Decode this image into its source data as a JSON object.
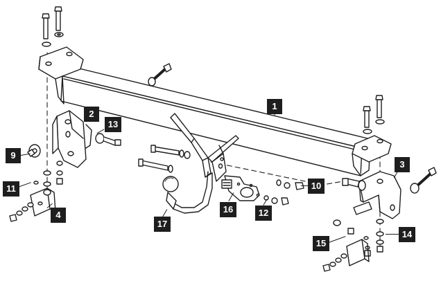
{
  "callouts": [
    {
      "id": "c1",
      "label": "1"
    },
    {
      "id": "c2",
      "label": "2"
    },
    {
      "id": "c3",
      "label": "3"
    },
    {
      "id": "c4",
      "label": "4"
    },
    {
      "id": "c9",
      "label": "9"
    },
    {
      "id": "c10",
      "label": "10"
    },
    {
      "id": "c11",
      "label": "11"
    },
    {
      "id": "c12",
      "label": "12"
    },
    {
      "id": "c13",
      "label": "13"
    },
    {
      "id": "c14",
      "label": "14"
    },
    {
      "id": "c15",
      "label": "15"
    },
    {
      "id": "c16",
      "label": "16"
    },
    {
      "id": "c17",
      "label": "17"
    }
  ],
  "colors": {
    "line": "#1e1e1e",
    "label_bg": "#1e1e1e",
    "label_text": "#ffffff",
    "background": "#ffffff"
  }
}
